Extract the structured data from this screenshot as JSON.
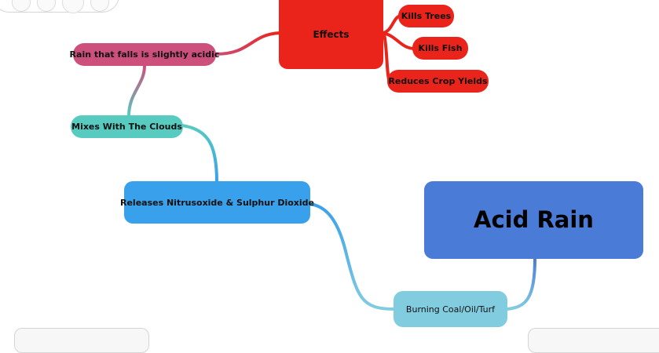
{
  "central": {
    "label": "Acid Rain",
    "color": "#4a7bd6"
  },
  "nodes": {
    "burning": {
      "label": "Burning Coal/Oil/Turf",
      "color": "#82cce0"
    },
    "releases": {
      "label": "Releases Nitrusoxide & Sulphur Dioxide",
      "color": "#39a0ec"
    },
    "mixes": {
      "label": "Mixes With The Clouds",
      "color": "#57cbc0"
    },
    "rain": {
      "label": "Rain that falls is slightly acidic",
      "color": "#cc4f7c"
    },
    "effects": {
      "label": "Effects",
      "color": "#ea241b"
    },
    "kills_trees": {
      "label": "Kills Trees",
      "color": "#ea241b"
    },
    "kills_fish": {
      "label": "Kills Fish",
      "color": "#ea241b"
    },
    "reduces_crop": {
      "label": "Reduces Crop Yields",
      "color": "#ea241b"
    }
  }
}
